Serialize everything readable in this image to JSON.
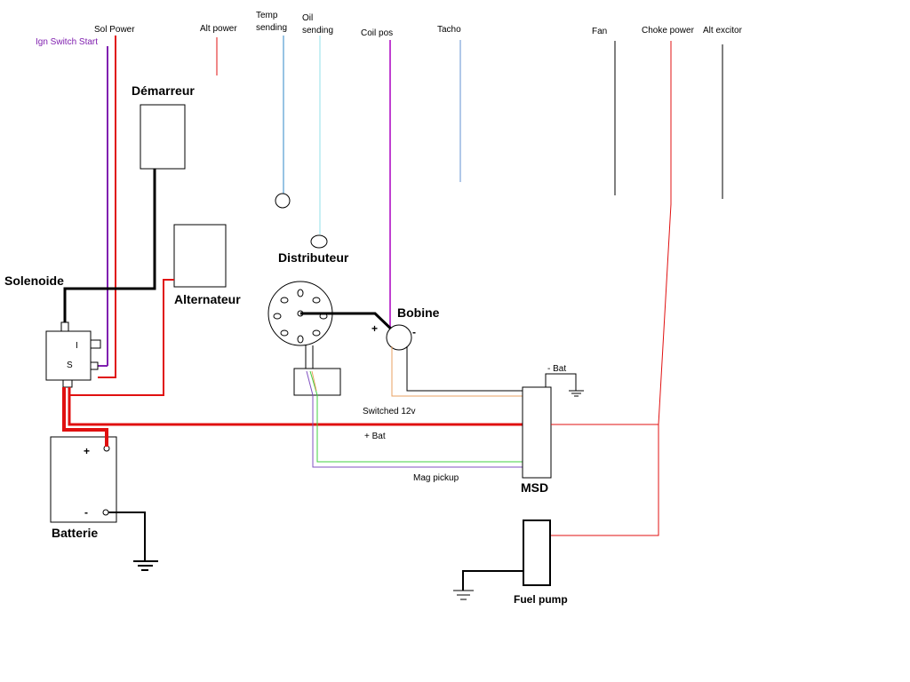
{
  "labels": {
    "ign_switch_start": "Ign Switch Start",
    "sol_power": "Sol Power",
    "alt_power": "Alt power",
    "temp": "Temp",
    "temp_sending": "sending",
    "oil": "Oil",
    "oil_sending": "sending",
    "coil_pos": "Coil pos",
    "tacho": "Tacho",
    "fan": "Fan",
    "choke_power": "Choke power",
    "alt_excitor": "Alt excitor",
    "demarreur": "Démarreur",
    "alternateur": "Alternateur",
    "distributeur": "Distributeur",
    "bobine": "Bobine",
    "solenoide": "Solenoide",
    "batterie": "Batterie",
    "msd": "MSD",
    "fuel_pump": "Fuel pump",
    "minus_bat": "- Bat",
    "switched_12v": "Switched 12v",
    "plus_bat": "+ Bat",
    "mag_pickup": "Mag pickup",
    "sol_i": "I",
    "sol_s": "S",
    "bat_plus": "+",
    "bat_minus": "-",
    "coil_plus": "+",
    "coil_minus": "-"
  },
  "colors": {
    "red": "#e01010",
    "purple": "#8020b0",
    "blue": "#3088c8",
    "cyan": "#90e0e8",
    "magenta": "#c040d0",
    "tacho_blue": "#6090d0",
    "orange": "#e8a060",
    "green": "#40d040",
    "black": "#000000"
  }
}
